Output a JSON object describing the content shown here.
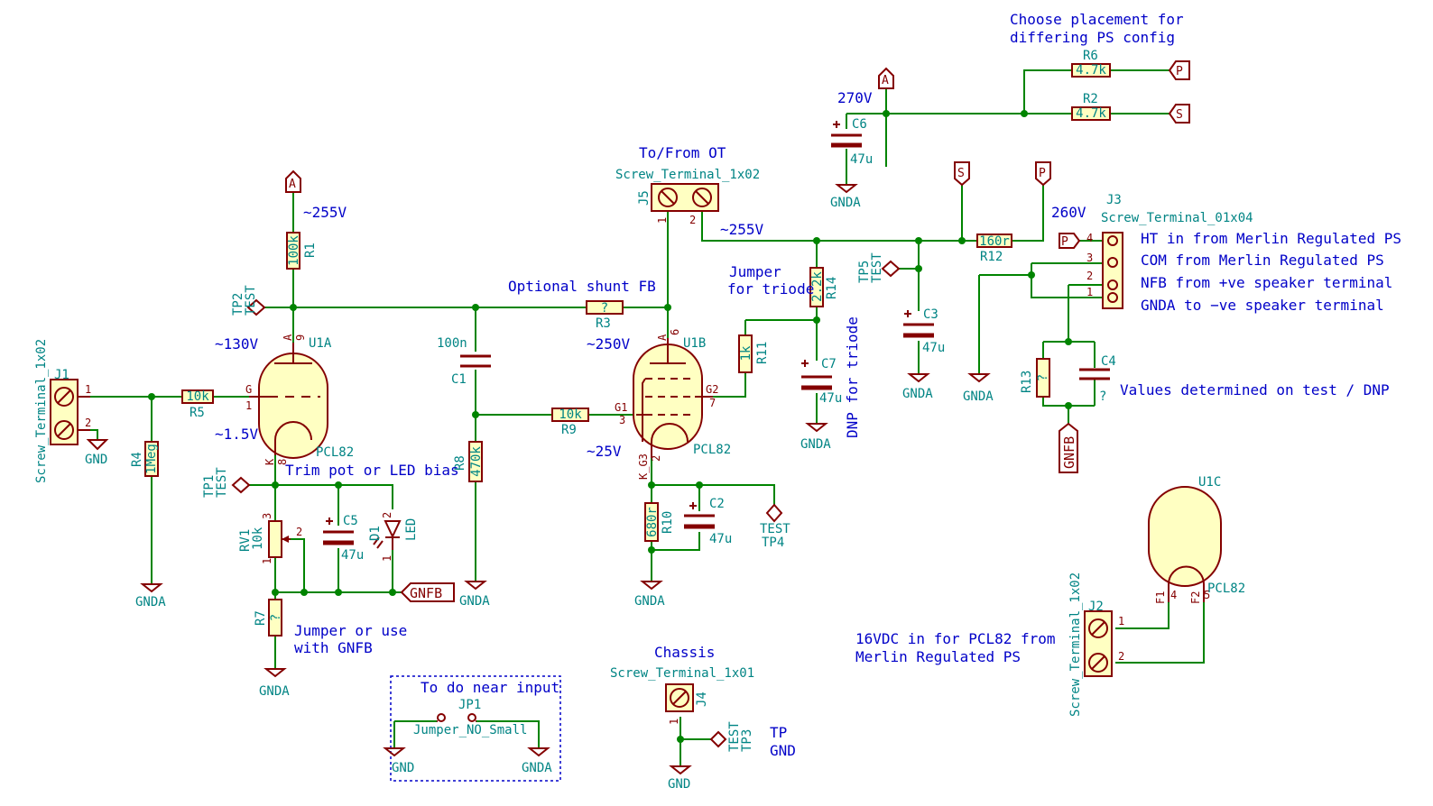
{
  "notes": {
    "placement": [
      "Choose placement for",
      "differing PS config"
    ],
    "to_from_ot": "To/From OT",
    "v270": "270V",
    "v255_top": "~255V",
    "v255_mid": "~255V",
    "v260": "260V",
    "v130": "~130V",
    "v1_5": "~1.5V",
    "v250": "~250V",
    "v25": "~25V",
    "optional_shunt": "Optional shunt FB",
    "jumper_triode": [
      "Jumper",
      "for triode"
    ],
    "dnp_triode": "DNP for triode",
    "trim_pot": "Trim pot or LED bias",
    "jumper_use": [
      "Jumper or use",
      "with GNFB"
    ],
    "ht_in": "HT in from Merlin Regulated PS",
    "com_from": "COM from Merlin Regulated PS",
    "nfb_from": "NFB from +ve speaker terminal",
    "gnda_to": "GNDA to −ve speaker terminal",
    "values_test": "Values determined on test / DNP",
    "chassis": "Chassis",
    "to_do": "To do near input",
    "tp_gnd": [
      "TP",
      "GND"
    ],
    "supply_16v": [
      "16VDC in for PCL82 from",
      "Merlin Regulated PS"
    ]
  },
  "refs": {
    "J1": "J1",
    "J1v": "Screw_Terminal_1x02",
    "J2": "J2",
    "J2v": "Screw_Terminal_1x02",
    "J3": "J3",
    "J3v": "Screw_Terminal_01x04",
    "J4": "J4",
    "J4v": "Screw_Terminal_1x01",
    "J5": "J5",
    "J5v": "Screw_Terminal_1x02",
    "R1": "R1",
    "R1v": "100k",
    "R2": "R2",
    "R2v": "4.7k",
    "R3": "R3",
    "R3v": "?",
    "R4": "R4",
    "R4v": "1Meg",
    "R5": "R5",
    "R5v": "10k",
    "R6": "R6",
    "R6v": "4.7k",
    "R7": "R7",
    "R7v": "?",
    "R8": "R8",
    "R8v": "470k",
    "R9": "R9",
    "R9v": "10k",
    "R10": "R10",
    "R10v": "680r",
    "R11": "R11",
    "R11v": "1k",
    "R12": "R12",
    "R12v": "160r",
    "R13": "R13",
    "R13v": "?",
    "R14": "R14",
    "R14v": "2.2k",
    "RV1": "RV1",
    "RV1v": "10k",
    "C1": "C1",
    "C1v": "100n",
    "C2": "C2",
    "C2v": "47u",
    "C3": "C3",
    "C3v": "47u",
    "C4": "C4",
    "C4v": "?",
    "C5": "C5",
    "C5v": "47u",
    "C6": "C6",
    "C6v": "47u",
    "C7": "C7",
    "C7v": "47u",
    "D1": "D1",
    "D1v": "LED",
    "U1A": "U1A",
    "U1B": "U1B",
    "U1C": "U1C",
    "tube": "PCL82",
    "TP1": "TP1",
    "TP2": "TP2",
    "TP3": "TP3",
    "TP4": "TP4",
    "TP5": "TP5",
    "test": "TEST",
    "JP1": "JP1",
    "JP1v": "Jumper_NO_Small"
  },
  "power": {
    "gnd": "GND",
    "gnda": "GNDA"
  },
  "global_labels": {
    "A": "A",
    "P": "P",
    "S": "S",
    "GNFB": "GNFB"
  },
  "pins": {
    "p1": "1",
    "p2": "2",
    "p3": "3",
    "p4": "4",
    "p5": "5",
    "p6": "6",
    "p7": "7",
    "p8": "8",
    "p9": "9",
    "G": "G",
    "A": "A",
    "K": "K",
    "G1": "G1",
    "G2": "G2",
    "KG3": "K_G3",
    "F1": "F1",
    "F2": "F2"
  }
}
